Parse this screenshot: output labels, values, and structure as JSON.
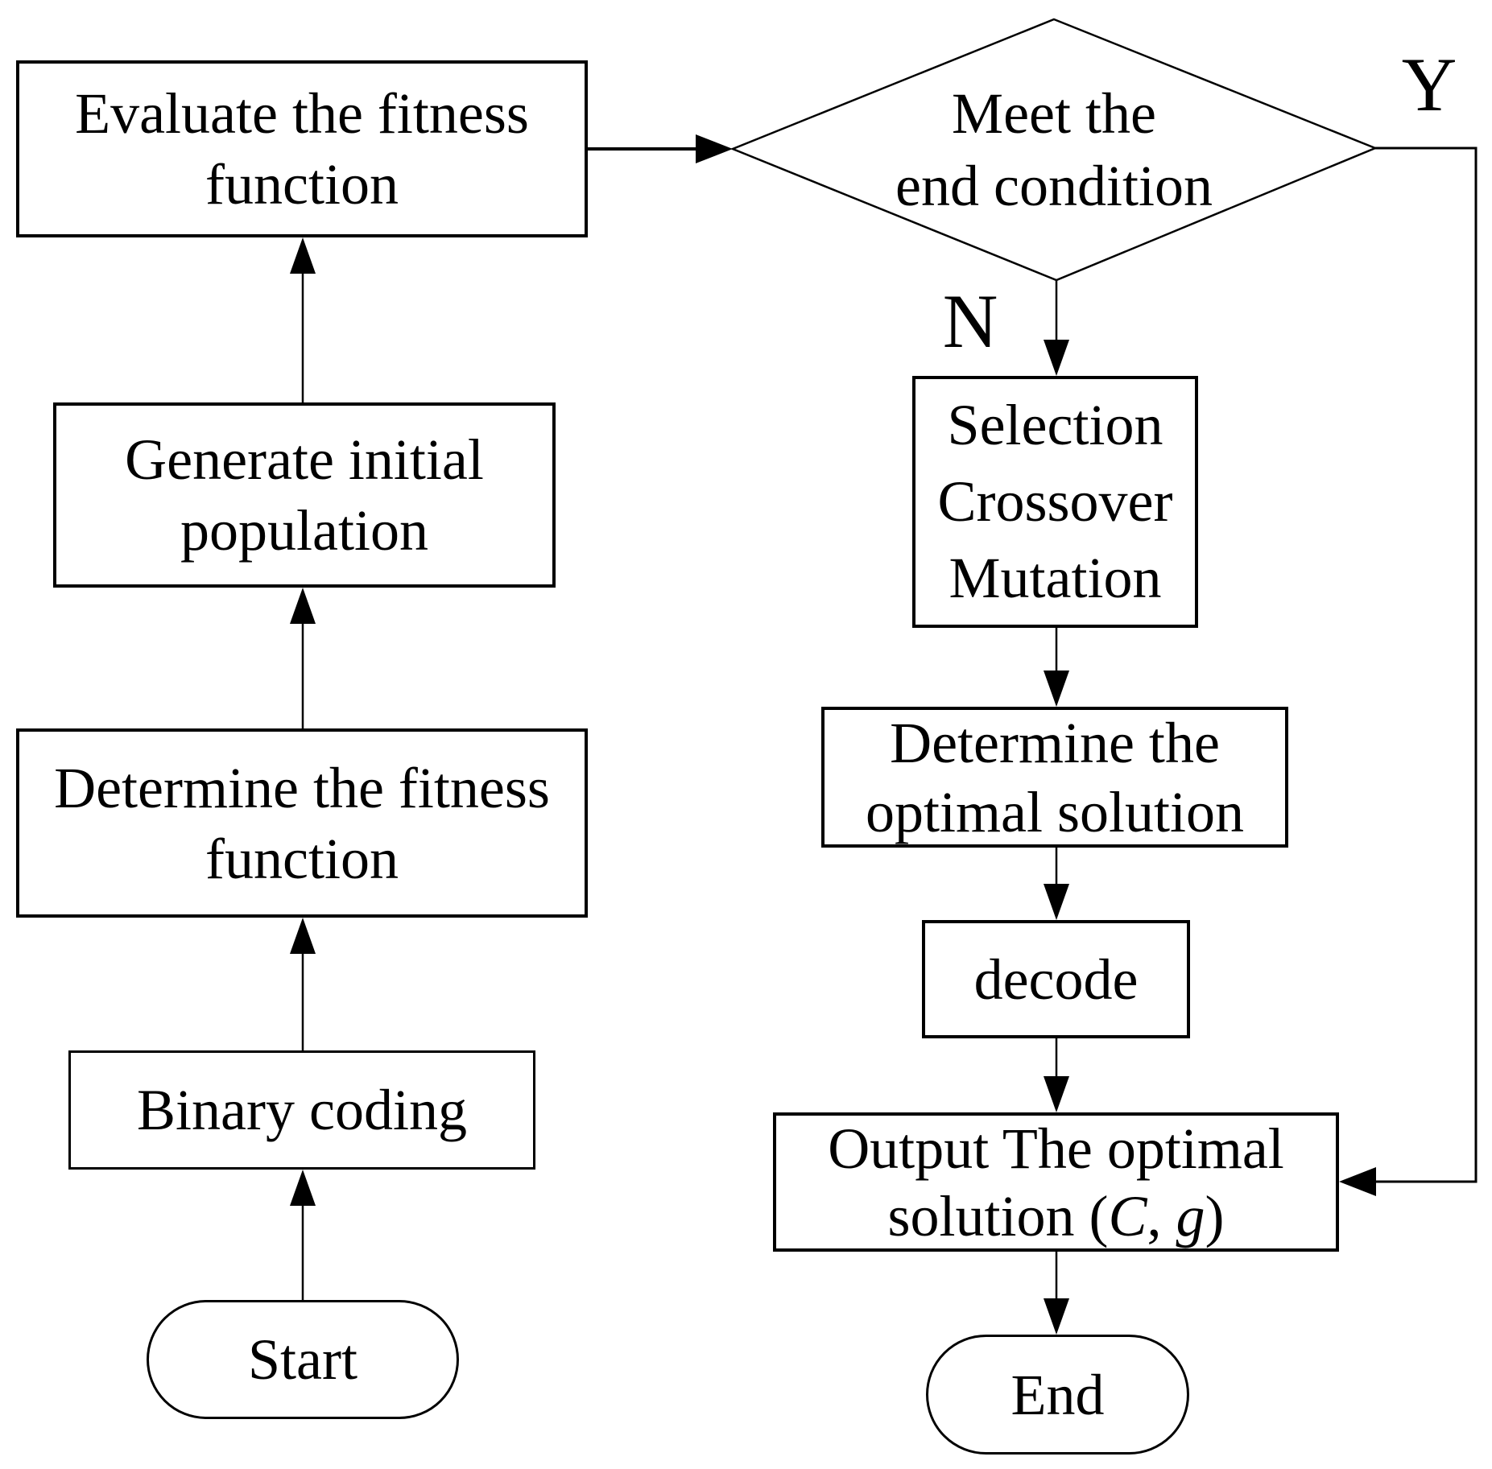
{
  "diagram": {
    "type": "flowchart",
    "description": "Genetic algorithm flowchart with a start column (coding and fitness setup) feeding a loop of selection, crossover and mutation until the end condition is met",
    "colors": {
      "stroke": "#000000",
      "background": "#ffffff",
      "text": "#000000"
    }
  },
  "nodes": {
    "start": {
      "label": "Start",
      "shape": "terminator"
    },
    "binary_coding": {
      "label": "Binary coding",
      "shape": "process"
    },
    "determine_fitness": {
      "line1": "Determine the fitness",
      "line2": "function",
      "shape": "process"
    },
    "generate_population": {
      "line1": "Generate initial",
      "line2": "population",
      "shape": "process"
    },
    "evaluate_fitness": {
      "line1": "Evaluate the fitness",
      "line2": "function",
      "shape": "process"
    },
    "meet_end_condition": {
      "line1": "Meet the",
      "line2": "end condition",
      "shape": "decision"
    },
    "selection_crossover_mutation": {
      "line1": "Selection",
      "line2": "Crossover",
      "line3": "Mutation",
      "shape": "process"
    },
    "determine_optimal": {
      "line1": "Determine the",
      "line2": "optimal solution",
      "shape": "process"
    },
    "decode": {
      "label": "decode",
      "shape": "process"
    },
    "output_optimal": {
      "line1": "Output The optimal",
      "line2_prefix": "solution (",
      "var_c": "C",
      "comma": ", ",
      "var_g": "g",
      "suffix": ")",
      "shape": "process"
    },
    "end": {
      "label": "End",
      "shape": "terminator"
    }
  },
  "branches": {
    "yes": "Y",
    "no": "N"
  }
}
